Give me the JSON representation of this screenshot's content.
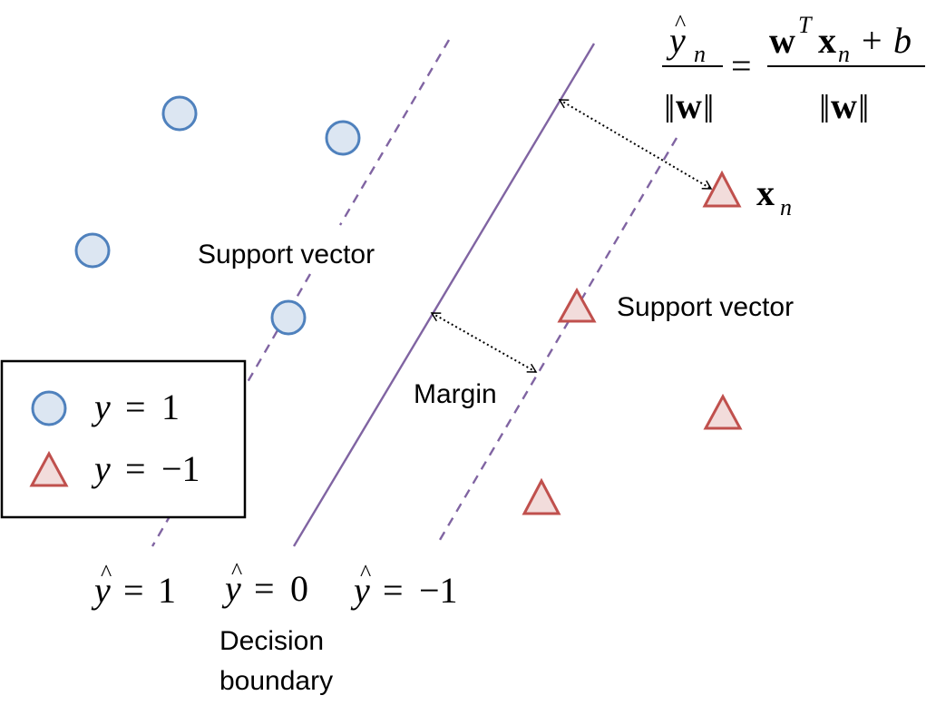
{
  "colors": {
    "circle_fill": "#dce6f2",
    "circle_stroke": "#4f81bd",
    "triangle_fill": "#f2dcdb",
    "triangle_stroke": "#c0504d",
    "line": "#8064a2",
    "arrow": "#000000",
    "legend_border": "#000000"
  },
  "labels": {
    "support_vector_left": "Support vector",
    "support_vector_right": "Support vector",
    "margin": "Margin",
    "decision_boundary_line1": "Decision",
    "decision_boundary_line2": "boundary"
  },
  "math": {
    "y_symbol": "y",
    "hat": "^",
    "equals": "=",
    "one": "1",
    "zero": "0",
    "neg_one": "−1",
    "w_bold": "w",
    "x_bold": "x",
    "n_sub": "n",
    "T_sup": "T",
    "plus": "+",
    "b": "b",
    "norm": "‖"
  },
  "legend": {
    "items": [
      {
        "marker": "circle",
        "label_var": "y",
        "label_rel": "=",
        "label_val": "1"
      },
      {
        "marker": "triangle",
        "label_var": "y",
        "label_rel": "=",
        "label_val": "−1"
      }
    ]
  }
}
